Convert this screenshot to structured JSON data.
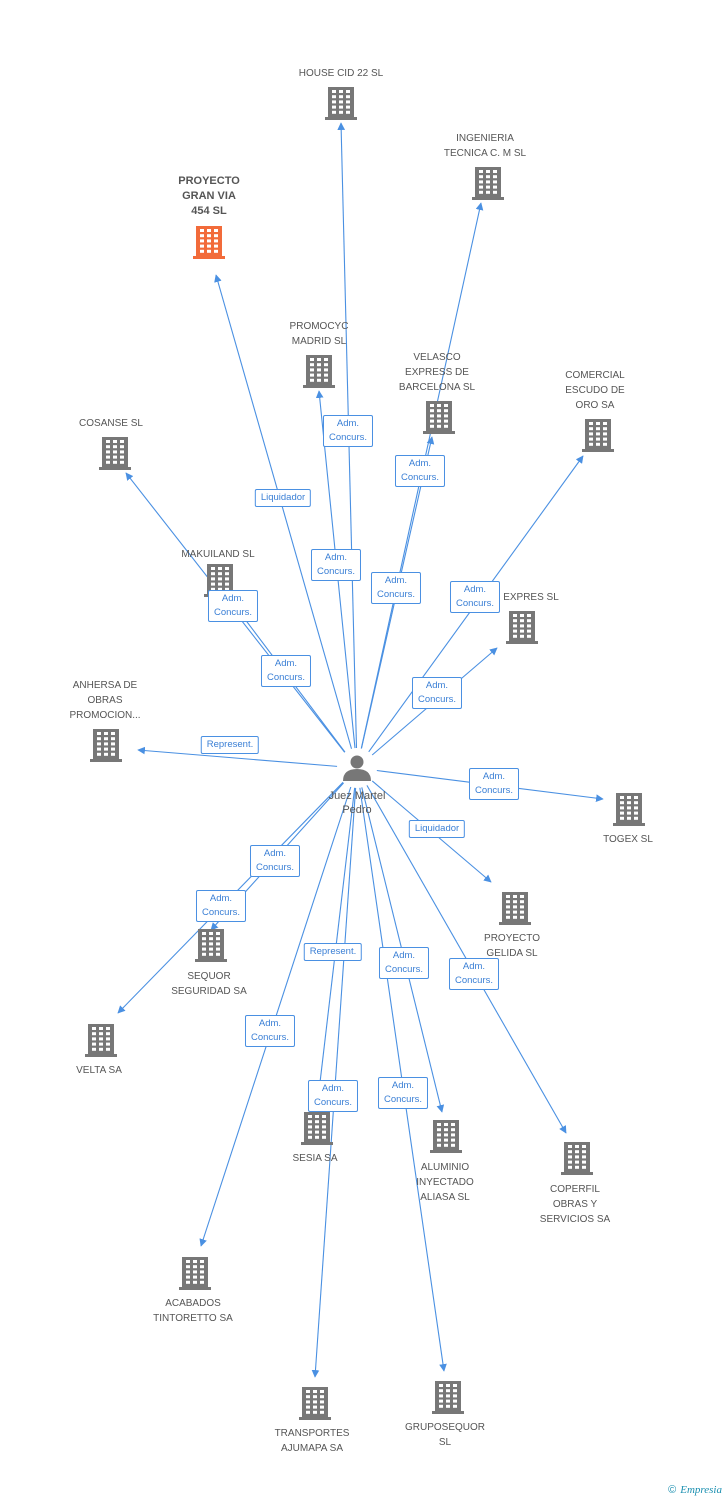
{
  "colors": {
    "edge": "#4a90e2",
    "building": "#777777",
    "highlight": "#f26b3a",
    "person": "#777777"
  },
  "person": {
    "name": "Juez Martel\nPedro"
  },
  "nodes": [
    {
      "id": "house-cid",
      "label": "HOUSE CID 22 SL"
    },
    {
      "id": "ingenieria",
      "label": "INGENIERIA\nTECNICA C. M SL"
    },
    {
      "id": "proyecto-gran-via",
      "label": "PROYECTO\nGRAN VIA\n454 SL",
      "highlight": true
    },
    {
      "id": "promocyc",
      "label": "PROMOCYC\nMADRID SL"
    },
    {
      "id": "velasco",
      "label": "VELASCO\nEXPRESS DE\nBARCELONA SL"
    },
    {
      "id": "comercial-escudo",
      "label": "COMERCIAL\nESCUDO DE\nORO SA"
    },
    {
      "id": "cosanse",
      "label": "COSANSE SL"
    },
    {
      "id": "makuiland",
      "label": "MAKUILAND SL"
    },
    {
      "id": "expres",
      "label": "EXPRES SL"
    },
    {
      "id": "anhersa",
      "label": "ANHERSA DE\nOBRAS\nPROMOCION..."
    },
    {
      "id": "togex",
      "label": "TOGEX SL"
    },
    {
      "id": "proyecto-gelida",
      "label": "PROYECTO\nGELIDA SL"
    },
    {
      "id": "sequor",
      "label": "SEQUOR\nSEGURIDAD SA"
    },
    {
      "id": "velta",
      "label": "VELTA SA"
    },
    {
      "id": "sesia",
      "label": "SESIA SA"
    },
    {
      "id": "aluminio",
      "label": "ALUMINIO\nINYECTADO\nALIASA SL"
    },
    {
      "id": "coperfil",
      "label": "COPERFIL\nOBRAS Y\nSERVICIOS SA"
    },
    {
      "id": "acabados",
      "label": "ACABADOS\nTINTORETTO SA"
    },
    {
      "id": "transportes",
      "label": "TRANSPORTES\nAJUMAPA SA"
    },
    {
      "id": "gruposequor",
      "label": "GRUPOSEQUOR\nSL"
    }
  ],
  "edges": [
    {
      "to": "house-cid",
      "label": "Adm.\nConcurs."
    },
    {
      "to": "ingenieria",
      "label": "Adm.\nConcurs."
    },
    {
      "to": "proyecto-gran-via",
      "label": "Liquidador"
    },
    {
      "to": "promocyc",
      "label": "Adm.\nConcurs."
    },
    {
      "to": "velasco",
      "label": "Adm.\nConcurs."
    },
    {
      "to": "comercial-escudo",
      "label": "Adm.\nConcurs."
    },
    {
      "to": "cosanse",
      "label": "Adm.\nConcurs."
    },
    {
      "to": "makuiland",
      "label": "Adm.\nConcurs."
    },
    {
      "to": "expres",
      "label": "Adm.\nConcurs."
    },
    {
      "to": "anhersa",
      "label": "Represent."
    },
    {
      "to": "togex",
      "label": "Adm.\nConcurs."
    },
    {
      "to": "proyecto-gelida",
      "label": "Liquidador"
    },
    {
      "to": "sequor",
      "label": "Adm.\nConcurs."
    },
    {
      "to": "velta",
      "label": "Adm.\nConcurs."
    },
    {
      "to": "sesia",
      "label": "Represent."
    },
    {
      "to": "aluminio",
      "label": "Adm.\nConcurs."
    },
    {
      "to": "coperfil",
      "label": "Adm.\nConcurs."
    },
    {
      "to": "acabados",
      "label": "Adm.\nConcurs."
    },
    {
      "to": "transportes",
      "label": "Adm.\nConcurs."
    },
    {
      "to": "gruposequor",
      "label": "Adm.\nConcurs."
    }
  ],
  "footer": {
    "copyright": "©",
    "brand": "Empresia"
  }
}
